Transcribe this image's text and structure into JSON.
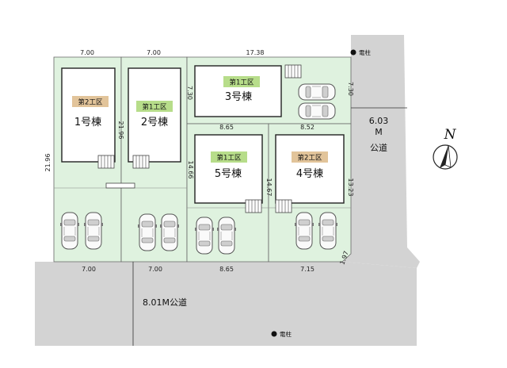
{
  "roads": {
    "south": "8.01M公道",
    "east_width": "6.03",
    "east_unit": "M",
    "east_label": "公道"
  },
  "poles": [
    {
      "label": "電柱"
    },
    {
      "label": "電柱"
    }
  ],
  "north": "N",
  "houses": [
    {
      "phase": "第2工区",
      "name": "1号棟"
    },
    {
      "phase": "第1工区",
      "name": "2号棟"
    },
    {
      "phase": "第1工区",
      "name": "3号棟"
    },
    {
      "phase": "第1工区",
      "name": "5号棟"
    },
    {
      "phase": "第2工区",
      "name": "4号棟"
    }
  ],
  "dims": {
    "top_1": "7.00",
    "top_2": "7.00",
    "top_3": "17.38",
    "left": "21.96",
    "between_12": "21.96",
    "left_of_3": "7.30",
    "right_of_3": "7.30",
    "mid_5": "8.65",
    "mid_4": "8.52",
    "left_of_5": "14.66",
    "between_54": "14.67",
    "right_of_4": "13.23",
    "bottom_1": "7.00",
    "bottom_2": "7.00",
    "bottom_5": "8.65",
    "bottom_4": "7.15",
    "corner": "1.97"
  },
  "colors": {
    "lot": "#dff2df",
    "road": "#d3d3d3",
    "phase1": "#b7dd8a",
    "phase2": "#e2c49a"
  }
}
